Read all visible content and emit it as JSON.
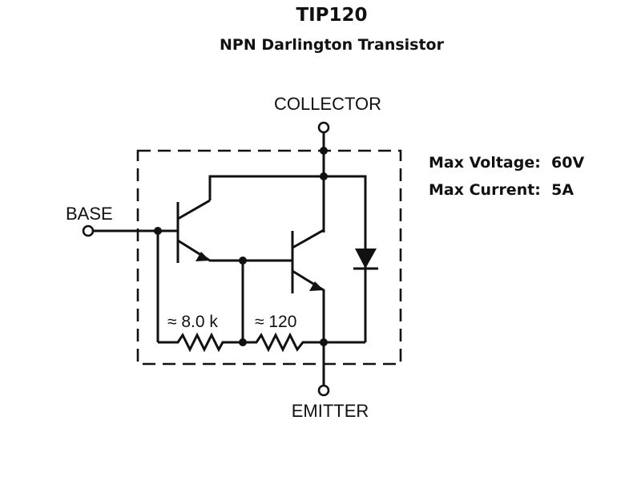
{
  "header": {
    "title": "TIP120",
    "subtitle": "NPN Darlington Transistor"
  },
  "specs": {
    "max_voltage": "Max Voltage:  60V",
    "max_current": "Max Current:  5A"
  },
  "terminals": {
    "collector": "COLLECTOR",
    "base": "BASE",
    "emitter": "EMITTER"
  },
  "resistors": [
    {
      "label": "≈ 8.0 k"
    },
    {
      "label": "≈ 120"
    }
  ],
  "colors": {
    "ink": "#111111",
    "background": "#ffffff"
  }
}
